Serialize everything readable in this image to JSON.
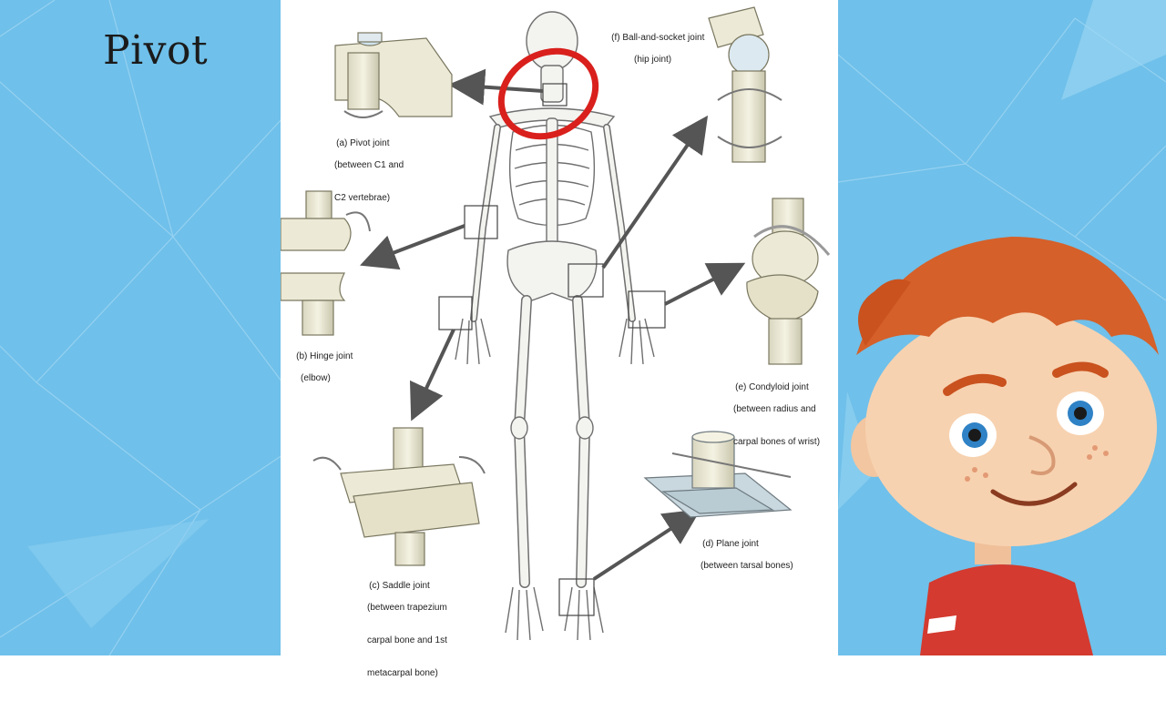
{
  "slide": {
    "title": "Pivot",
    "colors": {
      "background": "#6fc0ea",
      "highlight_circle": "#d9201c",
      "arrow": "#555555",
      "boy_hair": "#d5602a",
      "boy_shirt": "#d43a2f"
    }
  },
  "diagram": {
    "highlighted_joint": "pivot",
    "joints": [
      {
        "key": "pivot",
        "title": "(a) Pivot joint",
        "detail": [
          "(between C1 and",
          "C2 vertebrae)"
        ]
      },
      {
        "key": "hinge",
        "title": "(b) Hinge joint",
        "detail": [
          "(elbow)"
        ]
      },
      {
        "key": "saddle",
        "title": "(c) Saddle joint",
        "detail": [
          "(between trapezium",
          "carpal bone and 1st",
          "metacarpal bone)"
        ]
      },
      {
        "key": "plane",
        "title": "(d) Plane joint",
        "detail": [
          "(between tarsal bones)"
        ]
      },
      {
        "key": "condyloid",
        "title": "(e) Condyloid joint",
        "detail": [
          "(between radius and",
          "carpal bones of wrist)"
        ]
      },
      {
        "key": "ball-socket",
        "title": "(f) Ball-and-socket joint",
        "detail": [
          "(hip joint)"
        ]
      }
    ]
  },
  "icons": {
    "skeleton": "skeleton-icon",
    "character": "cartoon-boy-icon"
  }
}
